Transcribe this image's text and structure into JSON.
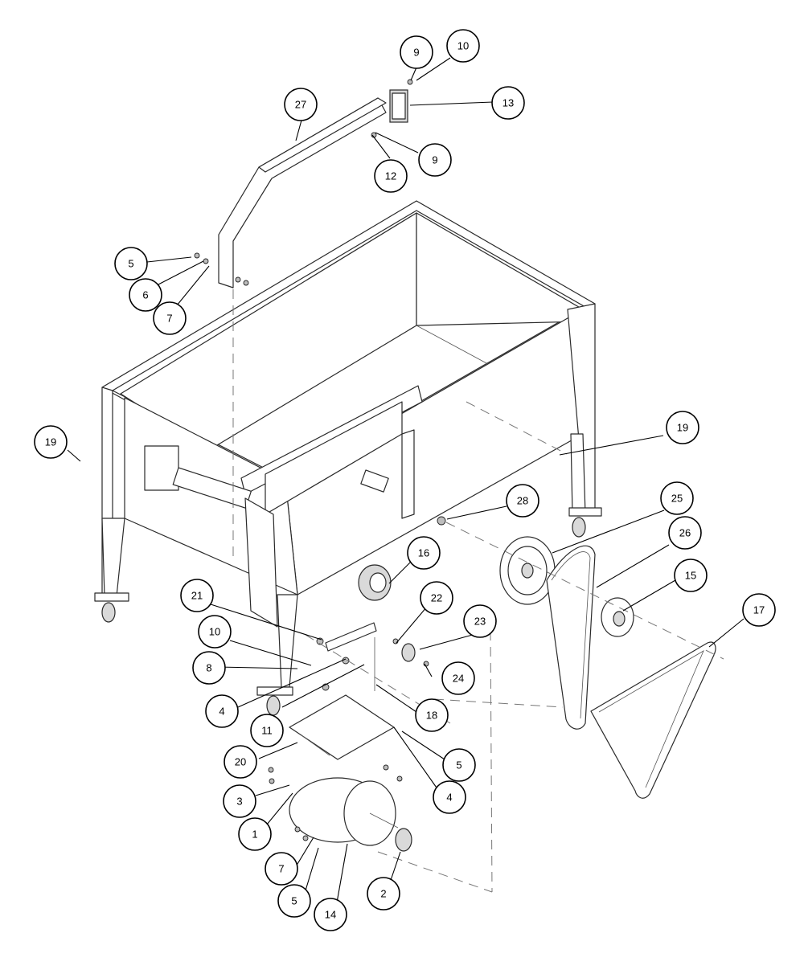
{
  "callouts": [
    {
      "id": "c1",
      "label": "1"
    },
    {
      "id": "c2",
      "label": "2"
    },
    {
      "id": "c3",
      "label": "3"
    },
    {
      "id": "c4a",
      "label": "4"
    },
    {
      "id": "c4b",
      "label": "4"
    },
    {
      "id": "c5a",
      "label": "5"
    },
    {
      "id": "c5b",
      "label": "5"
    },
    {
      "id": "c5c",
      "label": "5"
    },
    {
      "id": "c6",
      "label": "6"
    },
    {
      "id": "c7a",
      "label": "7"
    },
    {
      "id": "c7b",
      "label": "7"
    },
    {
      "id": "c8",
      "label": "8"
    },
    {
      "id": "c9a",
      "label": "9"
    },
    {
      "id": "c9b",
      "label": "9"
    },
    {
      "id": "c10a",
      "label": "10"
    },
    {
      "id": "c10b",
      "label": "10"
    },
    {
      "id": "c11",
      "label": "11"
    },
    {
      "id": "c12",
      "label": "12"
    },
    {
      "id": "c13",
      "label": "13"
    },
    {
      "id": "c14",
      "label": "14"
    },
    {
      "id": "c15",
      "label": "15"
    },
    {
      "id": "c16",
      "label": "16"
    },
    {
      "id": "c17",
      "label": "17"
    },
    {
      "id": "c18",
      "label": "18"
    },
    {
      "id": "c19a",
      "label": "19"
    },
    {
      "id": "c19b",
      "label": "19"
    },
    {
      "id": "c20",
      "label": "20"
    },
    {
      "id": "c21",
      "label": "21"
    },
    {
      "id": "c22",
      "label": "22"
    },
    {
      "id": "c23",
      "label": "23"
    },
    {
      "id": "c24",
      "label": "24"
    },
    {
      "id": "c25",
      "label": "25"
    },
    {
      "id": "c26",
      "label": "26"
    },
    {
      "id": "c27",
      "label": "27"
    },
    {
      "id": "c28",
      "label": "28"
    }
  ]
}
